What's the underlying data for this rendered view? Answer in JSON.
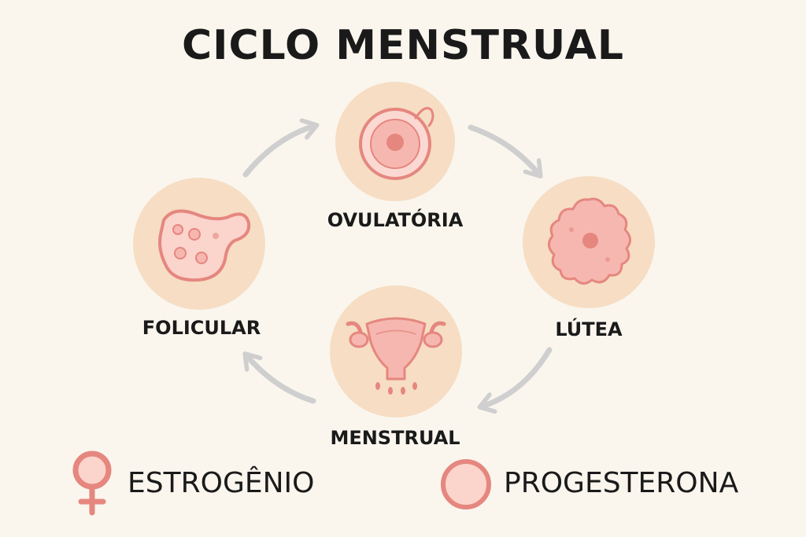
{
  "title": "CICLO MENSTRUAL",
  "colors": {
    "background": "#faf6ee",
    "phase_circle": "#f6ddc3",
    "accent_stroke": "#e5877f",
    "accent_fill": "#f6b7b0",
    "arrow": "#cfcfcf",
    "text": "#1a1a1a"
  },
  "phases": [
    {
      "id": "ovulatoria",
      "label": "OVULATÓRIA",
      "icon": "ovum-icon"
    },
    {
      "id": "lutea",
      "label": "LÚTEA",
      "icon": "corpus-luteum-icon"
    },
    {
      "id": "menstrual",
      "label": "MENSTRUAL",
      "icon": "uterus-icon"
    },
    {
      "id": "folicular",
      "label": "FOLICULAR",
      "icon": "follicle-icon"
    }
  ],
  "legend": [
    {
      "label": "ESTROGÊNIO",
      "icon": "female-symbol-icon"
    },
    {
      "label": "PROGESTERONA",
      "icon": "circle-icon"
    }
  ]
}
